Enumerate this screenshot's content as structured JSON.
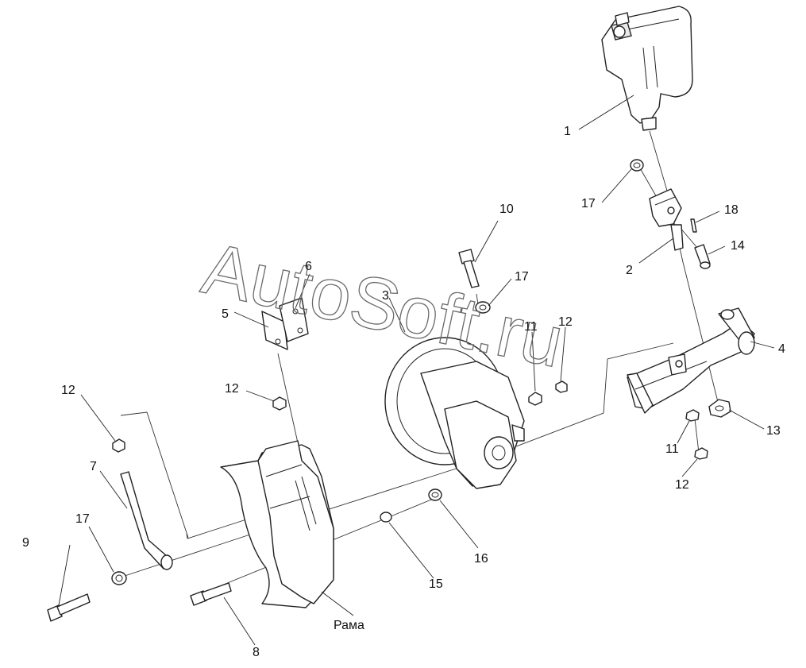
{
  "watermark": "AutoSoft.ru",
  "frame_label": "Рама",
  "callouts": {
    "c1": "1",
    "c2": "2",
    "c3": "3",
    "c4": "4",
    "c5": "5",
    "c6": "6",
    "c7": "7",
    "c8": "8",
    "c9": "9",
    "c10": "10",
    "c11a": "11",
    "c11b": "11",
    "c12a": "12",
    "c12b": "12",
    "c12c": "12",
    "c12d": "12",
    "c13": "13",
    "c14": "14",
    "c15": "15",
    "c16": "16",
    "c17a": "17",
    "c17b": "17",
    "c17c": "17",
    "c18": "18"
  }
}
